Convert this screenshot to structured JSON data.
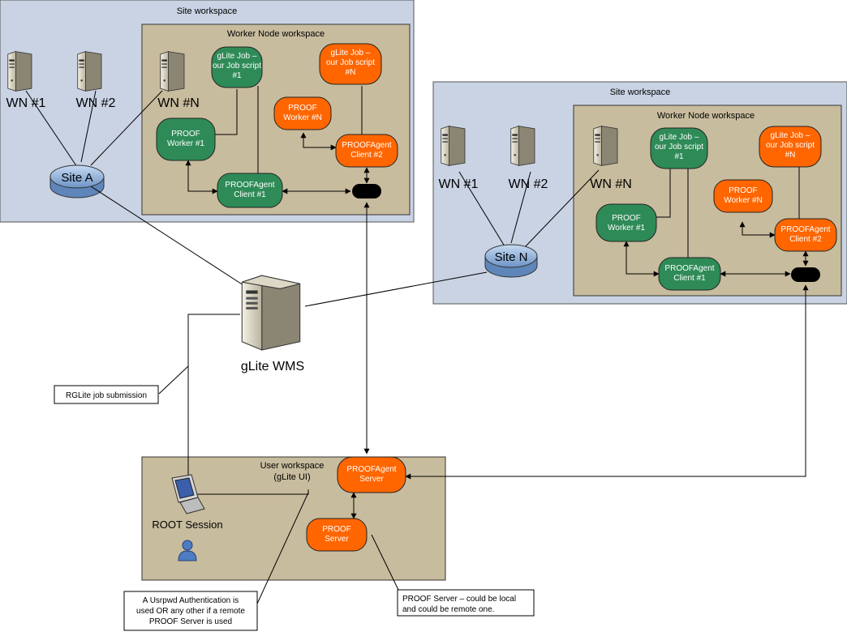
{
  "site_a": {
    "workspace_label": "Site workspace",
    "wn_workspace_label": "Worker Node workspace",
    "wn1": "WN #1",
    "wn2": "WN #2",
    "wnn": "WN #N",
    "router": "Site A",
    "job1": [
      "gLite Job –",
      "our Job script",
      "#1"
    ],
    "jobn": [
      "gLite Job –",
      "our Job script",
      "#N"
    ],
    "worker1": [
      "PROOF",
      "Worker #1"
    ],
    "workern": [
      "PROOF",
      "Worker #N"
    ],
    "client1": [
      "PROOFAgent",
      "Client #1"
    ],
    "client2": [
      "PROOFAgent",
      "Client #2"
    ]
  },
  "site_n": {
    "workspace_label": "Site workspace",
    "wn_workspace_label": "Worker Node workspace",
    "wn1": "WN #1",
    "wn2": "WN #2",
    "wnn": "WN #N",
    "router": "Site N",
    "job1": [
      "gLite Job –",
      "our Job script",
      "#1"
    ],
    "jobn": [
      "gLite Job –",
      "our Job script",
      "#N"
    ],
    "worker1": [
      "PROOF",
      "Worker #1"
    ],
    "workern": [
      "PROOF",
      "Worker #N"
    ],
    "client1": [
      "PROOFAgent",
      "Client #1"
    ],
    "client2": [
      "PROOFAgent",
      "Client #2"
    ]
  },
  "wms": {
    "label": "gLite WMS"
  },
  "user": {
    "workspace_label": [
      "User workspace",
      "(gLite UI)"
    ],
    "agent_server": [
      "PROOFAgent",
      "Server"
    ],
    "proof_server": [
      "PROOF",
      "Server"
    ],
    "root_session": "ROOT Session"
  },
  "notes": {
    "rglite": "RGLite job submission",
    "auth": [
      "A Usrpwd Authentication is",
      "used OR any other if a remote",
      "PROOF Server is used"
    ],
    "proof_server": [
      "PROOF Server – could be local",
      "and could be remote one."
    ]
  },
  "colors": {
    "site_bg": "#c9d3e4",
    "wn_bg": "#c8bc9e",
    "green": "#2e8b57",
    "orange": "#ff6600",
    "router": "#8db0dc"
  }
}
